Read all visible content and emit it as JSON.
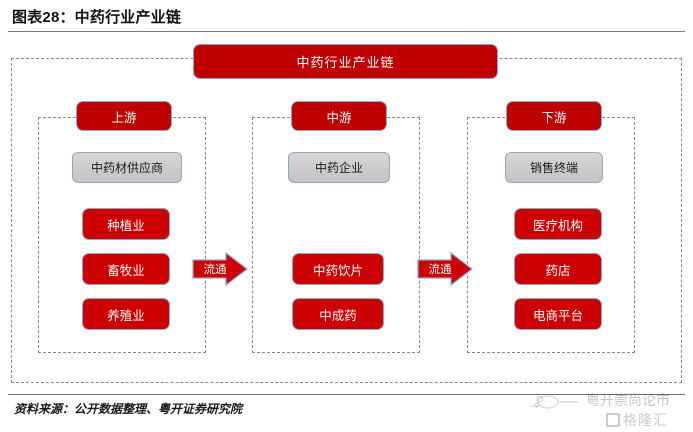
{
  "figure": {
    "title": "图表28：中药行业产业链",
    "main_header": "中药行业产业链"
  },
  "columns": [
    {
      "id": "upstream",
      "header": "上游",
      "category": "中药材供应商",
      "items": [
        "种植业",
        "畜牧业",
        "养殖业"
      ]
    },
    {
      "id": "midstream",
      "header": "中游",
      "category": "中药企业",
      "items": [
        "中药饮片",
        "中成药"
      ]
    },
    {
      "id": "downstream",
      "header": "下游",
      "category": "销售终端",
      "items": [
        "医疗机构",
        "药店",
        "电商平台"
      ]
    }
  ],
  "arrows": [
    {
      "label": "流通"
    },
    {
      "label": "流通"
    }
  ],
  "footer": {
    "source": "资料来源：公开数据整理、粤开证券研究院"
  },
  "watermark": {
    "text": "粤开崇尚论市",
    "logo_text": "格隆汇"
  },
  "colors": {
    "header_red": "#BE0000",
    "item_red": "#CC0000",
    "gray_box": "#CCCCCC",
    "box_border": "#8FA8C8",
    "dashed_border": "#8A8A8A"
  }
}
